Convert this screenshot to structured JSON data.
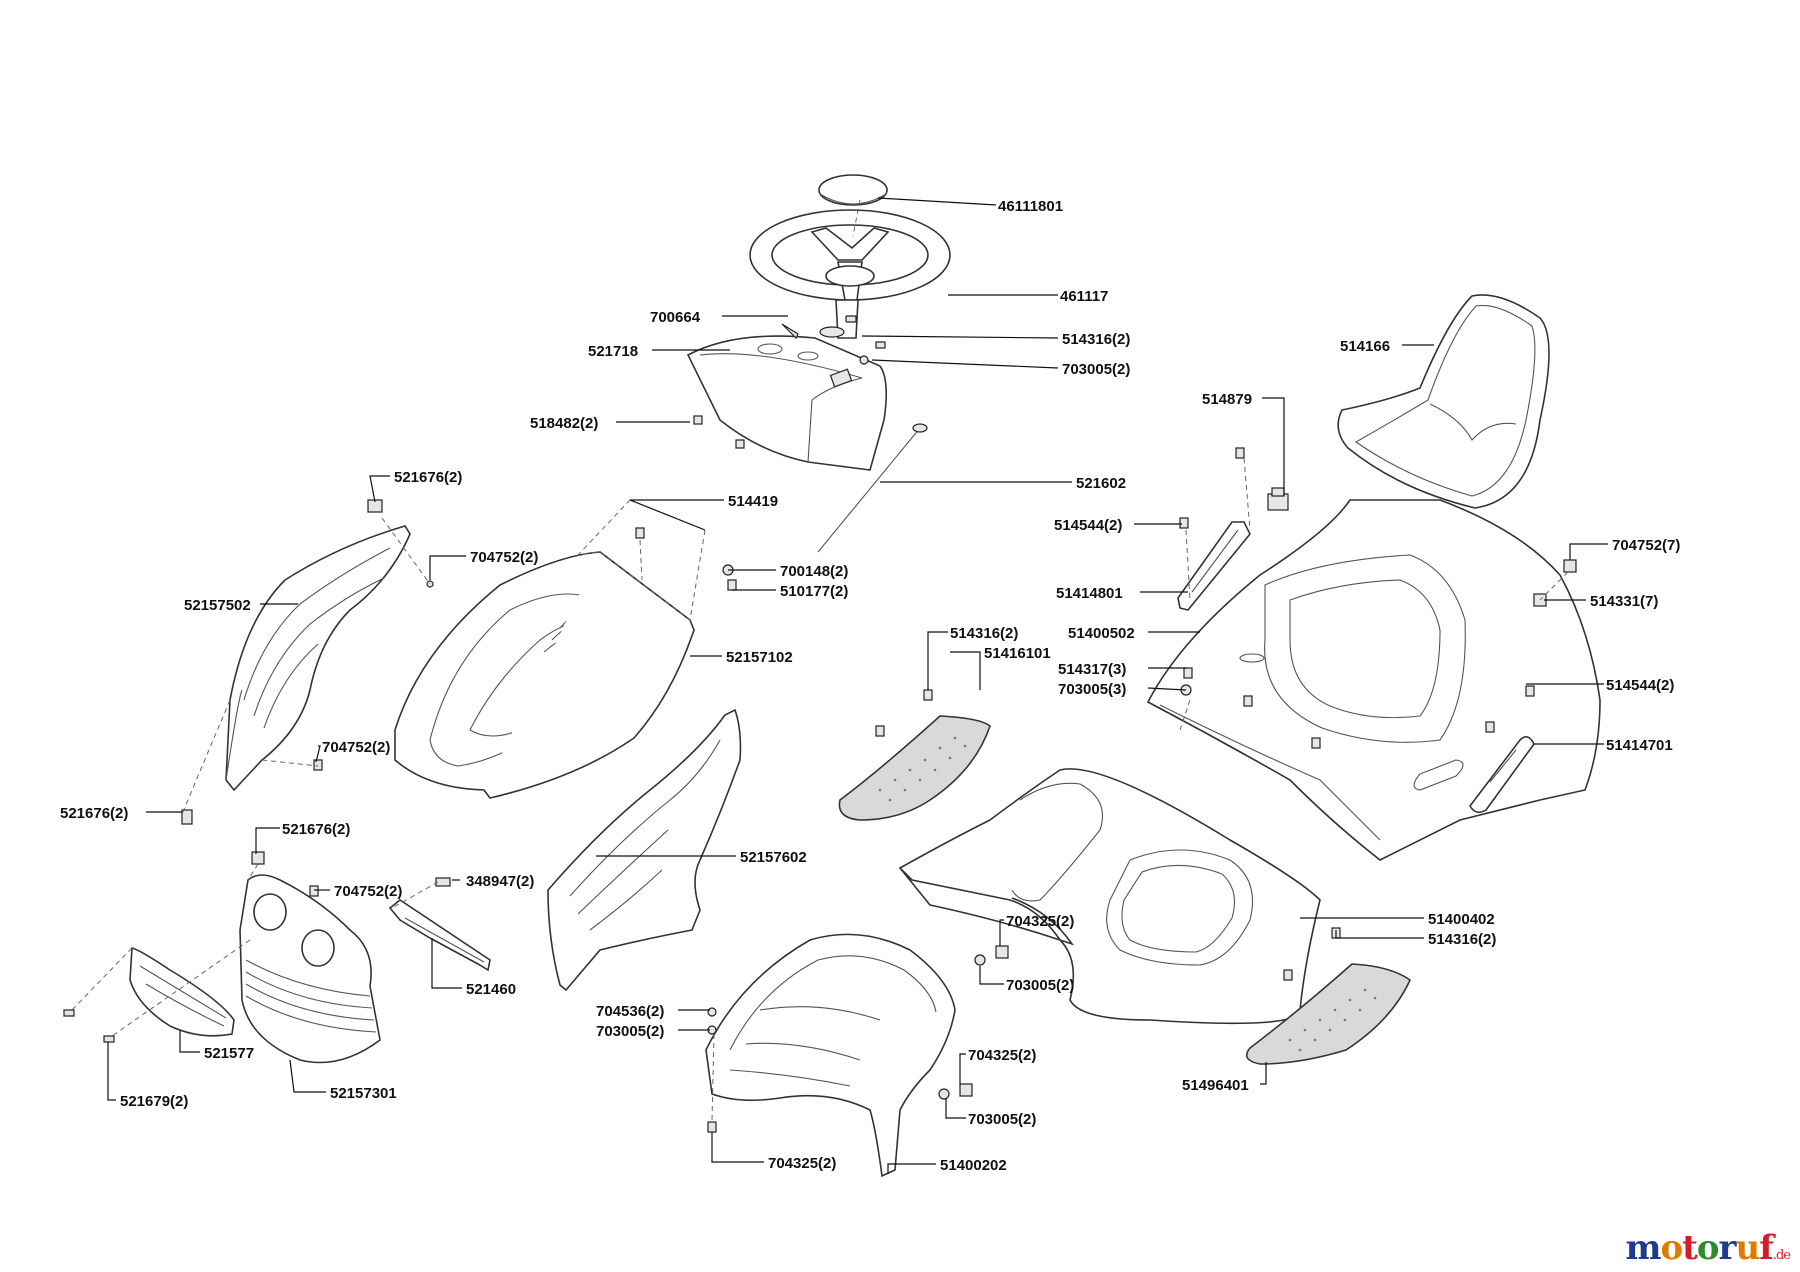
{
  "diagram": {
    "labels": [
      "46111801",
      "461117",
      "700664",
      "521718",
      "514316(2)",
      "703005(2)",
      "518482(2)",
      "521602",
      "514166",
      "514879",
      "521676(2)",
      "514419",
      "704752(2)",
      "700148(2)",
      "510177(2)",
      "52157502",
      "514544(2)",
      "51414801",
      "704752(7)",
      "514331(7)",
      "51400502",
      "52157102",
      "514316(2)",
      "51416101",
      "514317(3)",
      "703005(3)",
      "514544(2)",
      "704752(2)",
      "51414701",
      "521676(2)",
      "521676(2)",
      "704752(2)",
      "348947(2)",
      "52157602",
      "51400402",
      "514316(2)",
      "704325(2)",
      "703005(2)",
      "521460",
      "704536(2)",
      "703005(2)",
      "704325(2)",
      "703005(2)",
      "521577",
      "52157301",
      "521679(2)",
      "51496401",
      "704325(2)",
      "51400202"
    ]
  },
  "watermark": {
    "letters": [
      "m",
      "o",
      "t",
      "o",
      "r",
      "u",
      "f"
    ],
    "letter_colors": [
      "#1f3b8c",
      "#e07b00",
      "#d81b2a",
      "#2e8b2e",
      "#1f3b8c",
      "#e07b00",
      "#d81b2a"
    ],
    "tld": ".de"
  }
}
